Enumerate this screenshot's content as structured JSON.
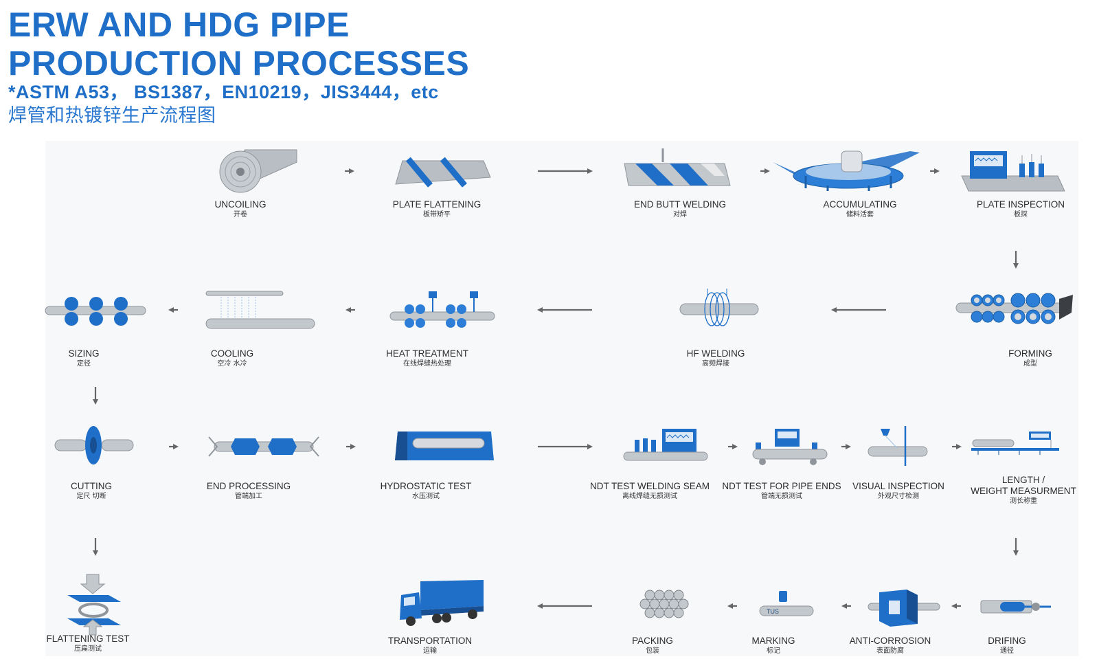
{
  "header": {
    "title_line1": "ERW AND HDG PIPE",
    "title_line2": "PRODUCTION PROCESSES",
    "standards": "*ASTM A53， BS1387，EN10219，JIS3444，etc",
    "chinese_title": "焊管和热镀锌生产流程图"
  },
  "colors": {
    "brand_blue": "#1f6fc8",
    "steel_gray": "#b9bec4",
    "dark_gray": "#6f757b",
    "arrow_gray": "#666666"
  },
  "steps": [
    {
      "id": "uncoiling",
      "en": "UNCOILING",
      "zh": "开卷",
      "icon": "coil-icon"
    },
    {
      "id": "plate-flattening",
      "en": "PLATE FLATTENING",
      "zh": "板带矫平",
      "icon": "flattening-rollers-icon"
    },
    {
      "id": "end-butt-welding",
      "en": "END BUTT WELDING",
      "zh": "对焊",
      "icon": "butt-welding-icon"
    },
    {
      "id": "accumulating",
      "en": "ACCUMULATING",
      "zh": "储料活套",
      "icon": "accumulator-icon"
    },
    {
      "id": "plate-inspection",
      "en": "PLATE INSPECTION",
      "zh": "板探",
      "icon": "plate-inspection-icon"
    },
    {
      "id": "forming",
      "en": "FORMING",
      "zh": "成型",
      "icon": "forming-rollers-icon"
    },
    {
      "id": "hf-welding",
      "en": "HF WELDING",
      "zh": "高频焊接",
      "icon": "hf-coil-icon"
    },
    {
      "id": "heat-treatment",
      "en": "HEAT TREATMENT",
      "zh": "在线焊缝热处理",
      "icon": "heat-treatment-icon"
    },
    {
      "id": "cooling",
      "en": "COOLING",
      "zh": "空冷  水冷",
      "icon": "cooling-icon"
    },
    {
      "id": "sizing",
      "en": "SIZING",
      "zh": "定径",
      "icon": "sizing-rollers-icon"
    },
    {
      "id": "cutting",
      "en": "CUTTING",
      "zh": "定尺 切断",
      "icon": "saw-blade-icon"
    },
    {
      "id": "end-processing",
      "en": "END PROCESSING",
      "zh": "管端加工",
      "icon": "end-processing-icon"
    },
    {
      "id": "hydrostatic-test",
      "en": "HYDROSTATIC TEST",
      "zh": "水压测试",
      "icon": "hydrostatic-icon"
    },
    {
      "id": "ndt-seam",
      "en": "NDT TEST WELDING SEAM",
      "zh": "离线焊缝无损测试",
      "icon": "ndt-seam-icon"
    },
    {
      "id": "ndt-ends",
      "en": "NDT TEST FOR PIPE ENDS",
      "zh": "管端无损测试",
      "icon": "ndt-ends-icon"
    },
    {
      "id": "visual-inspection",
      "en": "VISUAL INSPECTION",
      "zh": "外观尺寸检测",
      "icon": "visual-inspection-icon"
    },
    {
      "id": "length-weight",
      "en": "LENGTH /",
      "en2": "WEIGHT MEASURMENT",
      "zh": "测长称重",
      "icon": "measurement-icon"
    },
    {
      "id": "drifing",
      "en": "DRIFING",
      "zh": "通径",
      "icon": "drift-icon"
    },
    {
      "id": "anti-corrosion",
      "en": "ANTI-CORROSION",
      "zh": "表面防腐",
      "icon": "anti-corrosion-icon"
    },
    {
      "id": "marking",
      "en": "MARKING",
      "zh": "标记",
      "icon": "marking-icon"
    },
    {
      "id": "packing",
      "en": "PACKING",
      "zh": "包装",
      "icon": "bundle-icon"
    },
    {
      "id": "transportation",
      "en": "TRANSPORTATION",
      "zh": "运输",
      "icon": "truck-icon"
    },
    {
      "id": "flattening-test",
      "en": "FLATTENING TEST",
      "zh": "压扁测试",
      "icon": "press-icon"
    }
  ],
  "marking_tag": "TUS"
}
